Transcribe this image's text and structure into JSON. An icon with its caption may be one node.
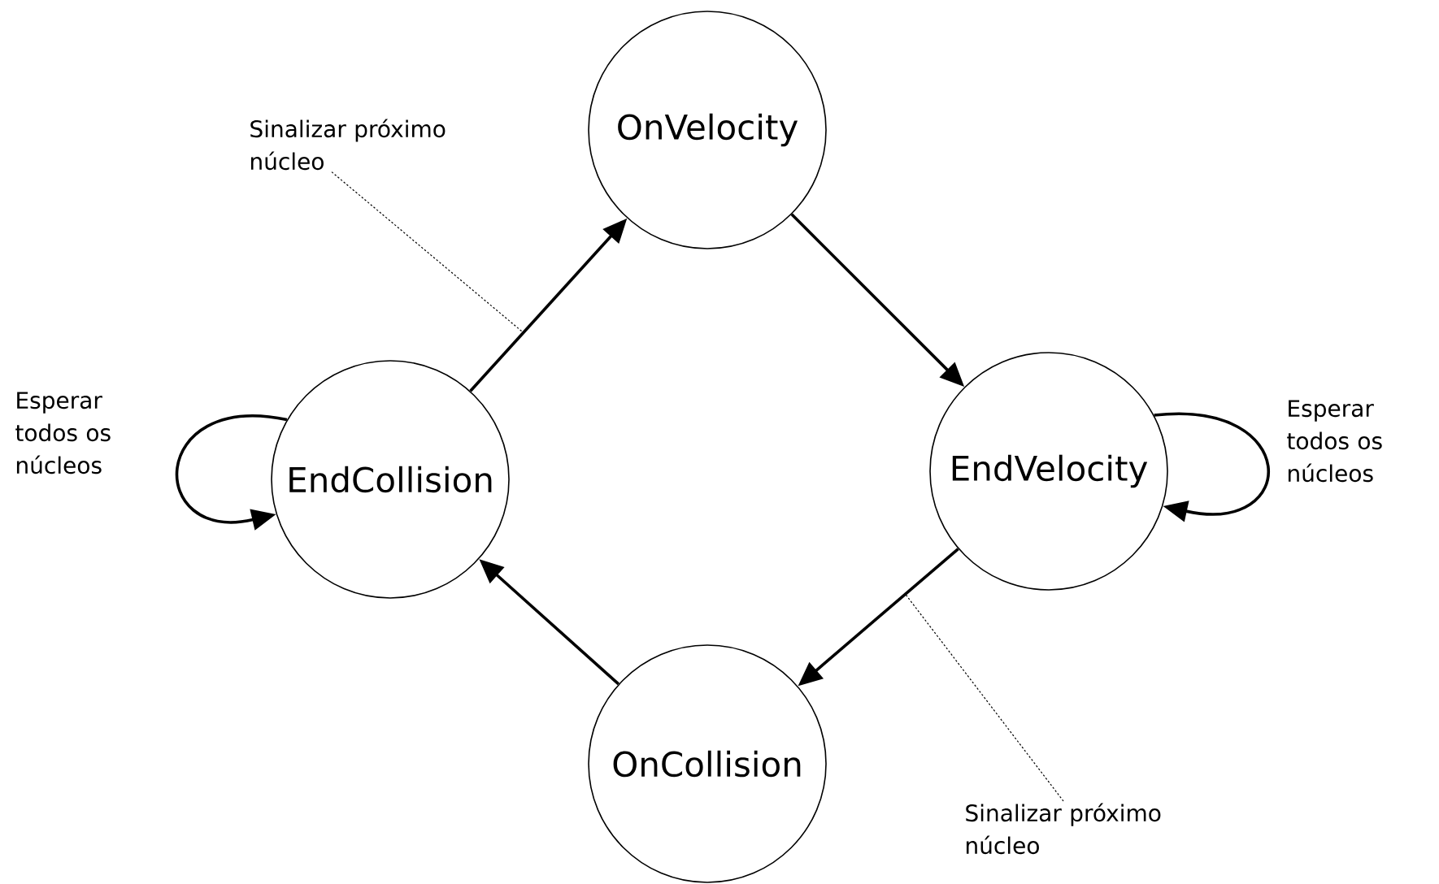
{
  "diagram": {
    "nodes": [
      {
        "text": [
          "OnVelocity"
        ]
      },
      {
        "text": [
          "EndVelocity"
        ]
      },
      {
        "text": [
          "OnCollision"
        ]
      },
      {
        "text": [
          "EndCollision"
        ]
      },
      {
        "text": [
          "Sinalizar próximo núcleo"
        ]
      },
      {
        "text": [
          "Sinalizar próximo núcleo"
        ]
      }
    ],
    "edges": [
      {
        "from": 3,
        "to": 0,
        "arrow": "to"
      },
      {
        "from": 0,
        "to": 1,
        "arrow": "to"
      },
      {
        "from": 1,
        "to": 2,
        "arrow": "to"
      },
      {
        "from": 2,
        "to": 3,
        "arrow": "to"
      },
      {
        "from": 3,
        "to": 3,
        "arrow": "to",
        "label": "Esperar todos os núcleos"
      },
      {
        "from": 1,
        "to": 1,
        "arrow": "to",
        "label": "Esperar todos os núcleos"
      },
      {
        "from": 4,
        "to": null,
        "arrow": "none",
        "style": "dashed"
      },
      {
        "from": 5,
        "to": null,
        "arrow": "none",
        "style": "dashed"
      }
    ]
  }
}
